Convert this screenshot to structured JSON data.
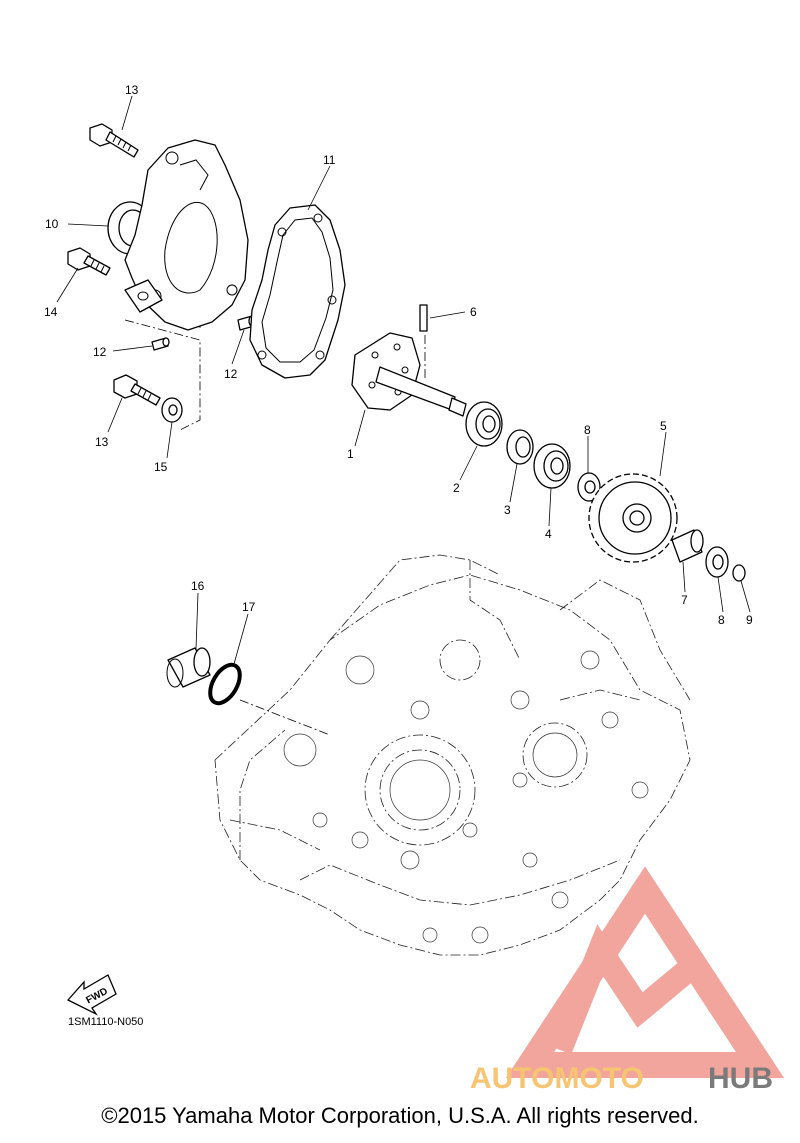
{
  "callouts": {
    "c1": "1",
    "c2": "2",
    "c3": "3",
    "c4": "4",
    "c5": "5",
    "c6": "6",
    "c7": "7",
    "c8a": "8",
    "c8b": "8",
    "c9": "9",
    "c10": "10",
    "c11": "11",
    "c12a": "12",
    "c12b": "12",
    "c13a": "13",
    "c13b": "13",
    "c14": "14",
    "c15": "15",
    "c16": "16",
    "c17": "17"
  },
  "fwd_label": "FWD",
  "drawing_code": "1SM1110-N050",
  "copyright": "©2015 Yamaha Motor Corporation, U.S.A. All rights reserved.",
  "watermark": {
    "text_left": "AUTOMOTO",
    "text_right": "HUB"
  },
  "colors": {
    "watermark_red": "#f2a59c",
    "watermark_orange": "#f7c572",
    "watermark_grey": "#7a7a7a"
  }
}
